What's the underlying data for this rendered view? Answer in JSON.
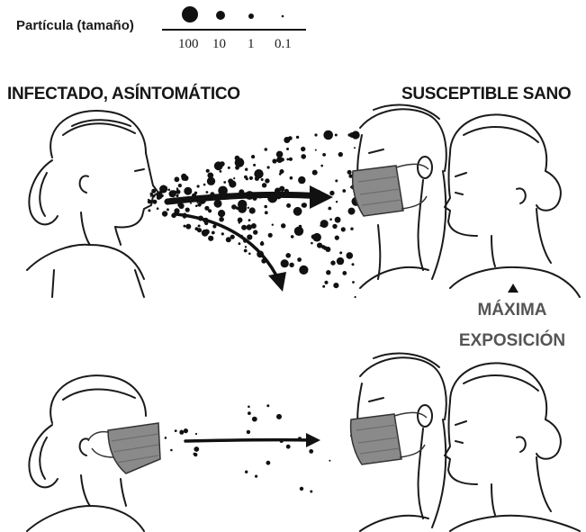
{
  "legend": {
    "title": "Partícula (tamaño)",
    "sizes": [
      "100",
      "10",
      "1",
      "0.1"
    ]
  },
  "labels": {
    "infected": "INFECTADO, ASÍNTOMÁTICO",
    "susceptible": "SUSCEPTIBLE SANO",
    "exposure_line1": "MÁXIMA",
    "exposure_line2": "EXPOSICIÓN"
  },
  "colors": {
    "ink": "#111111",
    "mask": "#8a8a8a",
    "exposure_text": "#555555"
  }
}
